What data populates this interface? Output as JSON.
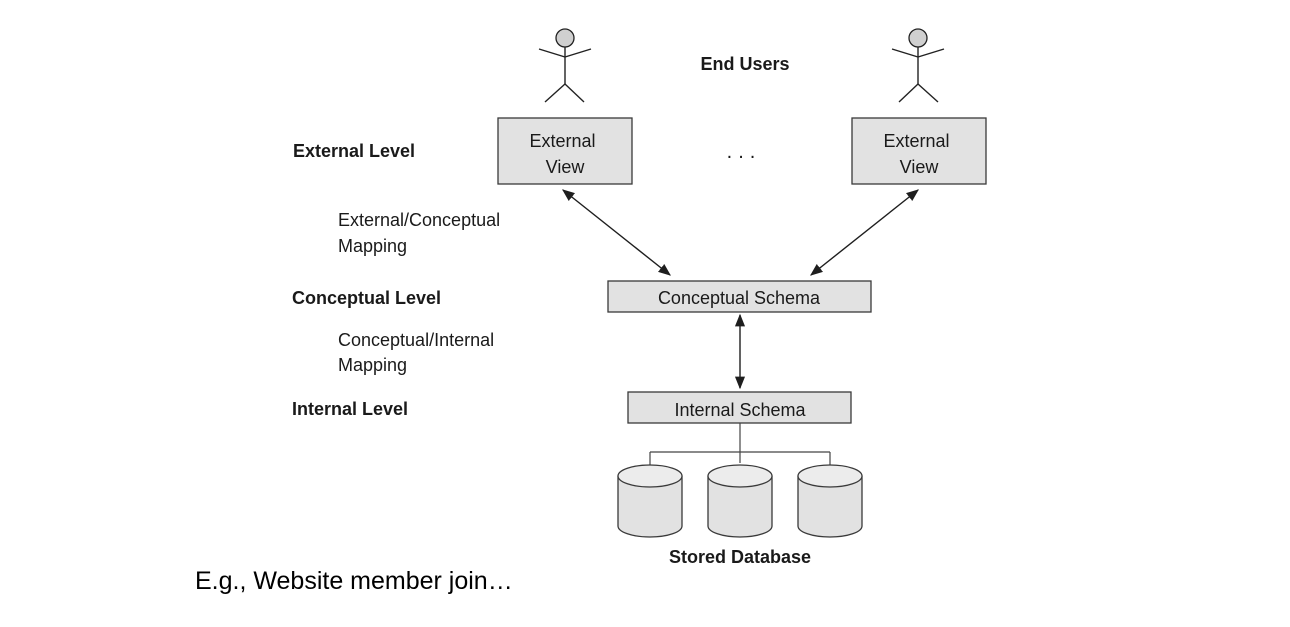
{
  "diagram": {
    "end_users_label": "End Users",
    "levels": {
      "external": "External Level",
      "conceptual": "Conceptual Level",
      "internal": "Internal Level"
    },
    "mappings": {
      "external_conceptual": [
        "External/Conceptual",
        "Mapping"
      ],
      "conceptual_internal": [
        "Conceptual/Internal",
        "Mapping"
      ]
    },
    "external_view_left": [
      "External",
      "View"
    ],
    "external_view_right": [
      "External",
      "View"
    ],
    "ellipsis": "...",
    "conceptual_schema": "Conceptual Schema",
    "internal_schema": "Internal Schema",
    "stored_database": "Stored Database"
  },
  "caption": "E.g., Website member join…"
}
